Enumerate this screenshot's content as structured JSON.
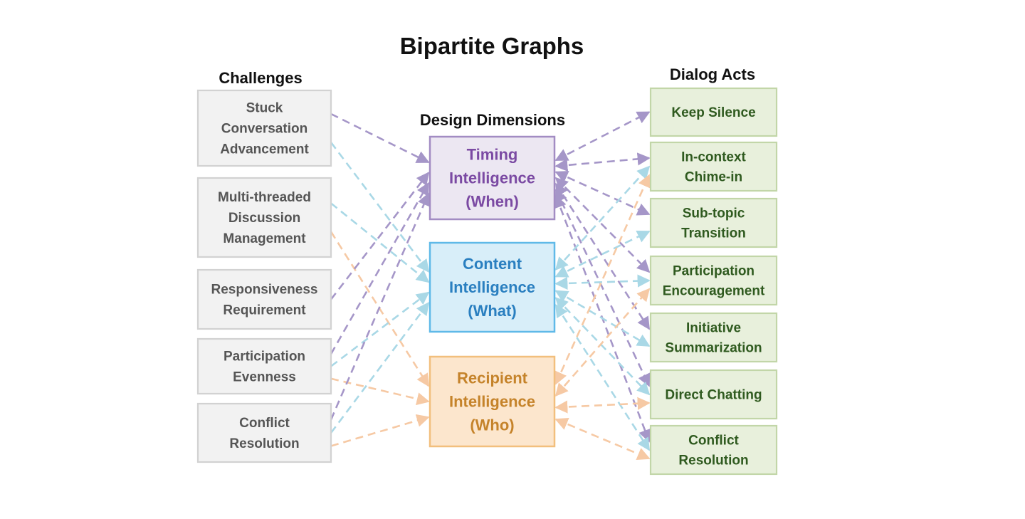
{
  "title": "Bipartite Graphs",
  "columns": {
    "challenges": "Challenges",
    "dimensions": "Design Dimensions",
    "acts": "Dialog Acts"
  },
  "colors": {
    "timing": "#7b4aa3",
    "content": "#2a7fc0",
    "recipient": "#c5832a",
    "challenge_text": "#555555",
    "act_text": "#2f5a1f",
    "edge_timing": "#a596c8",
    "edge_content": "#a9d8e6",
    "edge_recipient": "#f6c9a4"
  },
  "challenges": [
    {
      "id": "stuck",
      "lines": [
        "Stuck",
        "Conversation",
        "Advancement"
      ]
    },
    {
      "id": "multi",
      "lines": [
        "Multi-threaded",
        "Discussion",
        "Management"
      ]
    },
    {
      "id": "resp",
      "lines": [
        "Responsiveness",
        "Requirement"
      ]
    },
    {
      "id": "even",
      "lines": [
        "Participation",
        "Evenness"
      ]
    },
    {
      "id": "conflict",
      "lines": [
        "Conflict",
        "Resolution"
      ]
    }
  ],
  "dimensions": [
    {
      "id": "timing",
      "lines": [
        "Timing",
        "Intelligence",
        "(When)"
      ]
    },
    {
      "id": "content",
      "lines": [
        "Content",
        "Intelligence",
        "(What)"
      ]
    },
    {
      "id": "recipient",
      "lines": [
        "Recipient",
        "Intelligence",
        "(Who)"
      ]
    }
  ],
  "acts": [
    {
      "id": "silence",
      "lines": [
        "Keep Silence"
      ]
    },
    {
      "id": "chime",
      "lines": [
        "In-context",
        "Chime-in"
      ]
    },
    {
      "id": "subtopic",
      "lines": [
        "Sub-topic",
        "Transition"
      ]
    },
    {
      "id": "encourage",
      "lines": [
        "Participation",
        "Encouragement"
      ]
    },
    {
      "id": "summary",
      "lines": [
        "Initiative",
        "Summarization"
      ]
    },
    {
      "id": "direct",
      "lines": [
        "Direct Chatting"
      ]
    },
    {
      "id": "resolution",
      "lines": [
        "Conflict",
        "Resolution"
      ]
    }
  ],
  "left_edges": [
    {
      "from": "stuck",
      "to": "timing"
    },
    {
      "from": "stuck",
      "to": "content"
    },
    {
      "from": "multi",
      "to": "content"
    },
    {
      "from": "multi",
      "to": "recipient"
    },
    {
      "from": "resp",
      "to": "timing"
    },
    {
      "from": "even",
      "to": "timing"
    },
    {
      "from": "even",
      "to": "content"
    },
    {
      "from": "even",
      "to": "recipient"
    },
    {
      "from": "conflict",
      "to": "timing"
    },
    {
      "from": "conflict",
      "to": "content"
    },
    {
      "from": "conflict",
      "to": "recipient"
    }
  ],
  "right_edges": [
    {
      "from": "timing",
      "to": "silence"
    },
    {
      "from": "timing",
      "to": "chime"
    },
    {
      "from": "timing",
      "to": "subtopic"
    },
    {
      "from": "timing",
      "to": "encourage"
    },
    {
      "from": "timing",
      "to": "summary"
    },
    {
      "from": "timing",
      "to": "direct"
    },
    {
      "from": "timing",
      "to": "resolution"
    },
    {
      "from": "content",
      "to": "chime"
    },
    {
      "from": "content",
      "to": "subtopic"
    },
    {
      "from": "content",
      "to": "encourage"
    },
    {
      "from": "content",
      "to": "summary"
    },
    {
      "from": "content",
      "to": "direct"
    },
    {
      "from": "content",
      "to": "resolution"
    },
    {
      "from": "recipient",
      "to": "chime"
    },
    {
      "from": "recipient",
      "to": "encourage"
    },
    {
      "from": "recipient",
      "to": "direct"
    },
    {
      "from": "recipient",
      "to": "resolution"
    }
  ]
}
